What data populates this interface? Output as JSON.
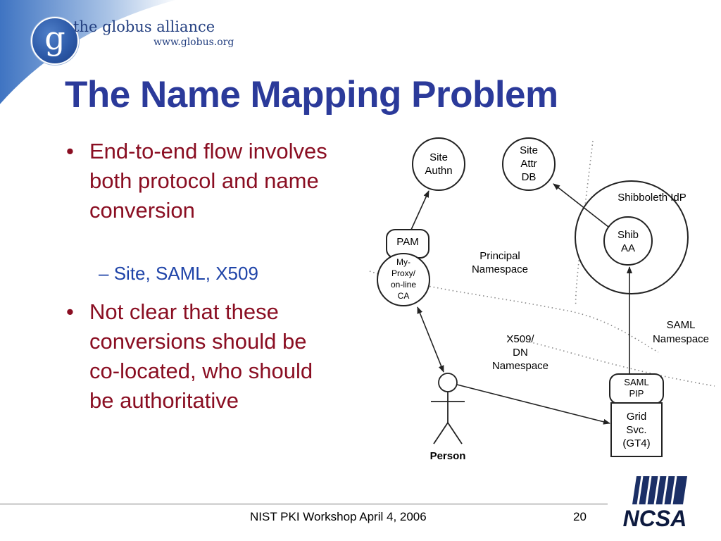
{
  "header": {
    "logo_letter": "g",
    "brand": "the globus alliance",
    "brand_url": "www.globus.org"
  },
  "title": "The Name Mapping Problem",
  "bullets": [
    {
      "text": "End-to-end flow involves both protocol and name conversion",
      "sub": "Site, SAML, X509"
    },
    {
      "text": "Not clear that these conversions should be co-located, who should be authoritative"
    }
  ],
  "bullet_marker": "•",
  "sub_marker": "–",
  "diagram": {
    "site_authn": [
      "Site",
      "Authn"
    ],
    "site_attr_db": [
      "Site",
      "Attr",
      "DB"
    ],
    "pam": "PAM",
    "myproxy": [
      "My-",
      "Proxy/",
      "on-line",
      "CA"
    ],
    "shibboleth_idp": "Shibboleth IdP",
    "shib_aa": [
      "Shib",
      "AA"
    ],
    "principal_namespace": [
      "Principal",
      "Namespace"
    ],
    "x509_namespace": [
      "X509/",
      "DN",
      "Namespace"
    ],
    "saml_namespace": [
      "SAML",
      "Namespace"
    ],
    "saml_pip": [
      "SAML",
      "PIP"
    ],
    "grid_svc": [
      "Grid",
      "Svc.",
      "(GT4)"
    ],
    "person": "Person"
  },
  "footer": {
    "text": "NIST PKI Workshop April 4, 2006",
    "page": "20",
    "ncsa_logo": "NCSA"
  },
  "colors": {
    "title": "#2b3a9a",
    "bullet": "#8a0e22",
    "sub_bullet": "#1f44a8",
    "header_band": "#3f74c2"
  }
}
